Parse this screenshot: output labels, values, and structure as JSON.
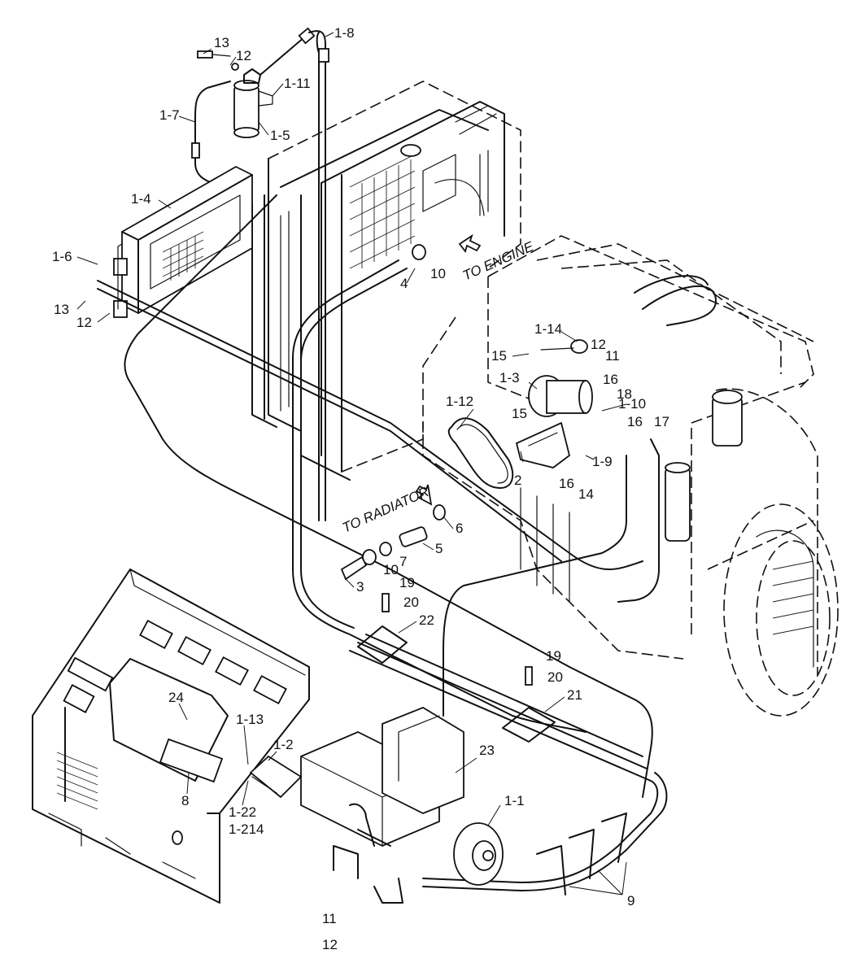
{
  "diagram": {
    "notes": {
      "to_engine": "TO ENGINE",
      "to_radiator": "TO RADIATOR"
    },
    "callouts": [
      "13",
      "12",
      "1-8",
      "1-11",
      "1-7",
      "1-5",
      "1-4",
      "1-6",
      "13",
      "12",
      "10",
      "4",
      "1-14",
      "12",
      "15",
      "11",
      "1-3",
      "16",
      "18",
      "1-10",
      "1-12",
      "15",
      "16",
      "17",
      "2",
      "1-9",
      "16",
      "14",
      "6",
      "5",
      "10",
      "7",
      "3",
      "19",
      "20",
      "22",
      "19",
      "20",
      "21",
      "24",
      "1-13",
      "1-2",
      "23",
      "8",
      "1-22",
      "1-214",
      "1-1",
      "11",
      "12",
      "9"
    ]
  }
}
